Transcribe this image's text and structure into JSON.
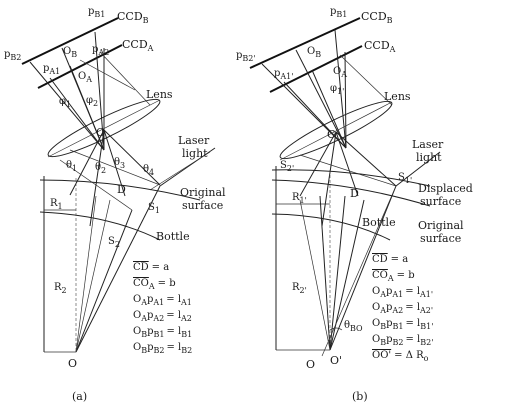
{
  "panel_a": {
    "caption": "(a)",
    "ccd_b": "CCD",
    "ccd_b_sub": "B",
    "ccd_a": "CCD",
    "ccd_a_sub": "A",
    "p_b1": "p",
    "p_b1_sub": "B1",
    "p_b2": "p",
    "p_b2_sub": "B2",
    "p_a1": "p",
    "p_a1_sub": "A1",
    "p_a2": "p",
    "p_a2_sub": "A2",
    "o_b": "O",
    "o_b_sub": "B",
    "o_a": "O",
    "o_a_sub": "A",
    "phi1": "φ",
    "phi1_sub": "1",
    "phi2": "φ",
    "phi2_sub": "2",
    "lens": "Lens",
    "c": "C",
    "laser": "Laser",
    "light": "light",
    "theta1": "θ",
    "theta1_sub": "1",
    "theta2": "θ",
    "theta2_sub": "2",
    "theta3": "θ",
    "theta3_sub": "3",
    "theta4": "θ",
    "theta4_sub": "4",
    "d": "D",
    "s1": "S",
    "s1_sub": "1",
    "s2": "S",
    "s2_sub": "2",
    "original": "Original",
    "surface": "surface",
    "r1": "R",
    "r1_sub": "1",
    "r2": "R",
    "r2_sub": "2",
    "bottle": "Bottle",
    "o": "O",
    "equations": [
      {
        "lhs": "CD",
        "rhs": "= a"
      },
      {
        "lhs": "CO",
        "lhs_sub": "A",
        "rhs": "= b"
      },
      {
        "lhs": "O",
        "lhs_sub": "A",
        "lhs2": "p",
        "lhs2_sub": "A1",
        "rhs": "= l",
        "rhs_sub": "A1"
      },
      {
        "lhs": "O",
        "lhs_sub": "A",
        "lhs2": "p",
        "lhs2_sub": "A2",
        "rhs": "= l",
        "rhs_sub": "A2"
      },
      {
        "lhs": "O",
        "lhs_sub": "B",
        "lhs2": "p",
        "lhs2_sub": "B1",
        "rhs": "= l",
        "rhs_sub": "B1"
      },
      {
        "lhs": "O",
        "lhs_sub": "B",
        "lhs2": "p",
        "lhs2_sub": "B2",
        "rhs": "= l",
        "rhs_sub": "B2"
      }
    ]
  },
  "panel_b": {
    "caption": "(b)",
    "ccd_b": "CCD",
    "ccd_b_sub": "B",
    "ccd_a": "CCD",
    "ccd_a_sub": "A",
    "p_b1": "p",
    "p_b1_sub": "B1",
    "p_b2": "p",
    "p_b2_sub": "B2'",
    "p_a1": "p",
    "p_a1_sub": "A1'",
    "o_b": "O",
    "o_b_sub": "B",
    "o_a": "O",
    "o_a_sub": "A",
    "phi1": "φ",
    "phi1_sub": "1'",
    "lens": "Lens",
    "c": "C",
    "laser": "Laser",
    "light": "light",
    "s1": "S",
    "s1_sub": "1'",
    "s2": "S",
    "s2_sub": "2'",
    "displaced": "Displaced",
    "surface": "surface",
    "original": "Original",
    "surface2": "surface",
    "r1": "R",
    "r1_sub": "1'",
    "r2": "R",
    "r2_sub": "2'",
    "bottle": "Bottle",
    "d": "D",
    "theta_bo": "θ",
    "theta_bo_sub": "BO",
    "o": "O",
    "o_prime": "O'",
    "equations": [
      {
        "lhs": "CD",
        "rhs": "= a"
      },
      {
        "lhs": "CO",
        "lhs_sub": "A",
        "rhs": "= b"
      },
      {
        "lhs": "O",
        "lhs_sub": "A",
        "lhs2": "p",
        "lhs2_sub": "A1",
        "rhs": "= l",
        "rhs_sub": "A1'"
      },
      {
        "lhs": "O",
        "lhs_sub": "A",
        "lhs2": "p",
        "lhs2_sub": "A2",
        "rhs": "= l",
        "rhs_sub": "A2'"
      },
      {
        "lhs": "O",
        "lhs_sub": "B",
        "lhs2": "p",
        "lhs2_sub": "B1",
        "rhs": "= l",
        "rhs_sub": "B1'"
      },
      {
        "lhs": "O",
        "lhs_sub": "B",
        "lhs2": "p",
        "lhs2_sub": "B2",
        "rhs": "= l",
        "rhs_sub": "B2'"
      },
      {
        "lhs": "OO'",
        "rhs": "= Δ R",
        "rhs_sub": "o"
      }
    ]
  }
}
